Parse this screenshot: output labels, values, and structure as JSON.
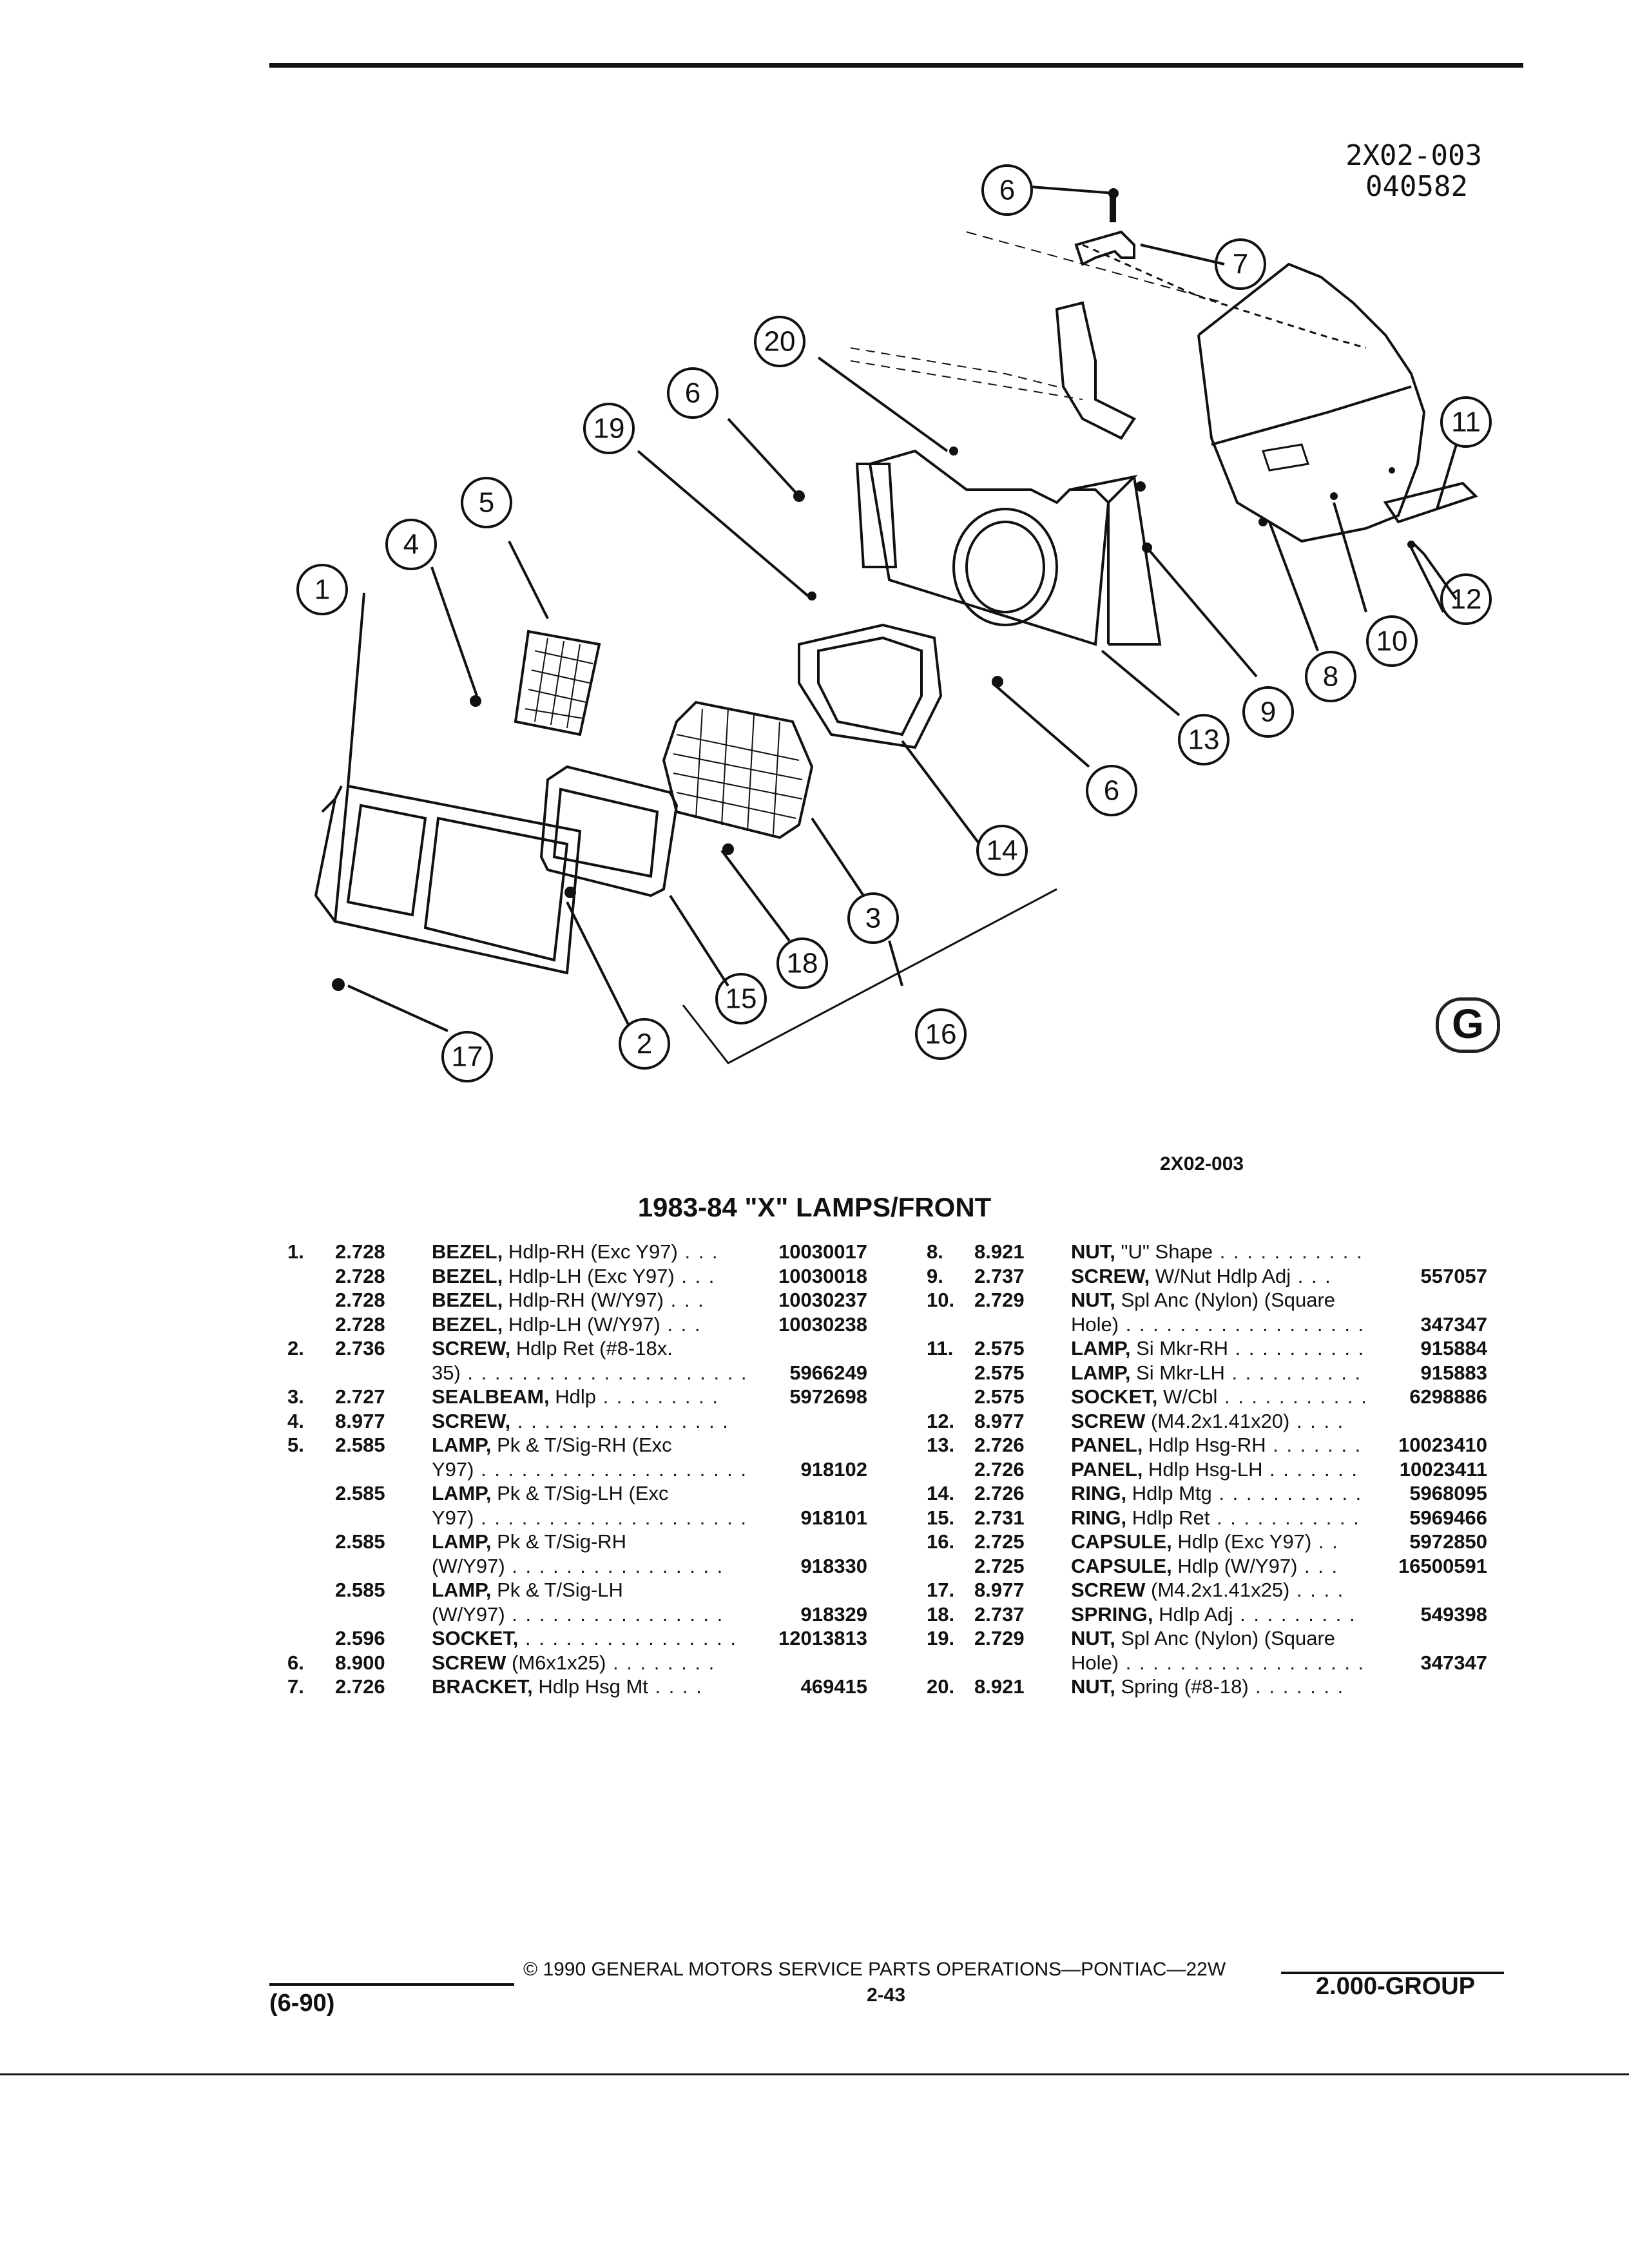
{
  "diagram": {
    "code_top": "2X02-003",
    "date_code": "040582",
    "figure_code": "2X02-003",
    "callouts": [
      "1",
      "2",
      "3",
      "4",
      "5",
      "6",
      "7",
      "8",
      "9",
      "10",
      "11",
      "12",
      "13",
      "14",
      "15",
      "16",
      "17",
      "18",
      "19",
      "20"
    ],
    "logo_letter": "G"
  },
  "title": "1983-84 \"X\" LAMPS/FRONT",
  "left_items": [
    {
      "idx": "1.",
      "grp": "2.728",
      "name": "BEZEL,",
      "desc": " Hdlp-RH (Exc Y97)",
      "dots": " . . .",
      "part": "10030017"
    },
    {
      "idx": "",
      "grp": "2.728",
      "name": "BEZEL,",
      "desc": " Hdlp-LH (Exc Y97)",
      "dots": " . . .",
      "part": "10030018"
    },
    {
      "idx": "",
      "grp": "2.728",
      "name": "BEZEL,",
      "desc": " Hdlp-RH (W/Y97)",
      "dots": " . . .",
      "part": "10030237"
    },
    {
      "idx": "",
      "grp": "2.728",
      "name": "BEZEL,",
      "desc": " Hdlp-LH (W/Y97)",
      "dots": " . . .",
      "part": "10030238"
    },
    {
      "idx": "2.",
      "grp": "2.736",
      "name": "SCREW,",
      "desc": " Hdlp Ret (#8-18x.",
      "dots": "",
      "part": ""
    },
    {
      "idx": "",
      "grp": "",
      "name": "",
      "desc": "35)",
      "dots": " . . . . . . . . . . . . . . . . . . . . .",
      "part": "5966249"
    },
    {
      "idx": "3.",
      "grp": "2.727",
      "name": "SEALBEAM,",
      "desc": " Hdlp",
      "dots": " . . . . . . . . .",
      "part": "5972698"
    },
    {
      "idx": "4.",
      "grp": "8.977",
      "name": "SCREW,",
      "desc": "",
      "dots": " . . . . . . . . . . . . . . . .",
      "part": ""
    },
    {
      "idx": "5.",
      "grp": "2.585",
      "name": "LAMP,",
      "desc": " Pk & T/Sig-RH (Exc",
      "dots": "",
      "part": ""
    },
    {
      "idx": "",
      "grp": "",
      "name": "",
      "desc": "Y97)",
      "dots": " . . . . . . . . . . . . . . . . . . . .",
      "part": "918102"
    },
    {
      "idx": "",
      "grp": "2.585",
      "name": "LAMP,",
      "desc": " Pk & T/Sig-LH (Exc",
      "dots": "",
      "part": ""
    },
    {
      "idx": "",
      "grp": "",
      "name": "",
      "desc": "Y97)",
      "dots": " . . . . . . . . . . . . . . . . . . . .",
      "part": "918101"
    },
    {
      "idx": "",
      "grp": "2.585",
      "name": "LAMP,",
      "desc": " Pk & T/Sig-RH",
      "dots": "",
      "part": ""
    },
    {
      "idx": "",
      "grp": "",
      "name": "",
      "desc": "(W/Y97)",
      "dots": " . . . . . . . . . . . . . . . .",
      "part": "918330"
    },
    {
      "idx": "",
      "grp": "2.585",
      "name": "LAMP,",
      "desc": " Pk & T/Sig-LH",
      "dots": "",
      "part": ""
    },
    {
      "idx": "",
      "grp": "",
      "name": "",
      "desc": "(W/Y97)",
      "dots": " . . . . . . . . . . . . . . . .",
      "part": "918329"
    },
    {
      "idx": "",
      "grp": "2.596",
      "name": "SOCKET,",
      "desc": "",
      "dots": " . . . . . . . . . . . . . . . . .",
      "part": "12013813"
    },
    {
      "idx": "6.",
      "grp": "8.900",
      "name": "SCREW",
      "desc": " (M6x1x25)",
      "dots": " . . . . . . . .",
      "part": ""
    },
    {
      "idx": "7.",
      "grp": "2.726",
      "name": "BRACKET,",
      "desc": " Hdlp Hsg Mt",
      "dots": " . . . .",
      "part": "469415"
    }
  ],
  "right_items": [
    {
      "idx": "8.",
      "grp": "8.921",
      "name": "NUT,",
      "desc": " \"U\" Shape",
      "dots": " . . . . . . . . . . .",
      "part": ""
    },
    {
      "idx": "9.",
      "grp": "2.737",
      "name": "SCREW,",
      "desc": " W/Nut Hdlp Adj",
      "dots": " . . .",
      "part": "557057"
    },
    {
      "idx": "10.",
      "grp": "2.729",
      "name": "NUT,",
      "desc": " Spl Anc (Nylon) (Square",
      "dots": "",
      "part": ""
    },
    {
      "idx": "",
      "grp": "",
      "name": "",
      "desc": "Hole)",
      "dots": " . . . . . . . . . . . . . . . . . . . .",
      "part": "347347"
    },
    {
      "idx": "11.",
      "grp": "2.575",
      "name": "LAMP,",
      "desc": " Si Mkr-RH",
      "dots": " . . . . . . . . . .",
      "part": "915884"
    },
    {
      "idx": "",
      "grp": "2.575",
      "name": "LAMP,",
      "desc": " Si Mkr-LH",
      "dots": " . . . . . . . . . .",
      "part": "915883"
    },
    {
      "idx": "",
      "grp": "2.575",
      "name": "SOCKET,",
      "desc": " W/Cbl",
      "dots": " . . . . . . . . . . .",
      "part": "6298886"
    },
    {
      "idx": "12.",
      "grp": "8.977",
      "name": "SCREW",
      "desc": " (M4.2x1.41x20)",
      "dots": " . . . .",
      "part": ""
    },
    {
      "idx": "13.",
      "grp": "2.726",
      "name": "PANEL,",
      "desc": " Hdlp Hsg-RH",
      "dots": " . . . . . . .",
      "part": "10023410"
    },
    {
      "idx": "",
      "grp": "2.726",
      "name": "PANEL,",
      "desc": " Hdlp Hsg-LH",
      "dots": " . . . . . . .",
      "part": "10023411"
    },
    {
      "idx": "14.",
      "grp": "2.726",
      "name": "RING,",
      "desc": " Hdlp Mtg",
      "dots": " . . . . . . . . . . .",
      "part": "5968095"
    },
    {
      "idx": "15.",
      "grp": "2.731",
      "name": "RING,",
      "desc": " Hdlp Ret",
      "dots": " . . . . . . . . . . . .",
      "part": "5969466"
    },
    {
      "idx": "16.",
      "grp": "2.725",
      "name": "CAPSULE,",
      "desc": " Hdlp (Exc Y97)",
      "dots": " . .",
      "part": "5972850"
    },
    {
      "idx": "",
      "grp": "2.725",
      "name": "CAPSULE,",
      "desc": " Hdlp (W/Y97)",
      "dots": " . . .",
      "part": "16500591"
    },
    {
      "idx": "17.",
      "grp": "8.977",
      "name": "SCREW",
      "desc": " (M4.2x1.41x25)",
      "dots": " . . . .",
      "part": ""
    },
    {
      "idx": "18.",
      "grp": "2.737",
      "name": "SPRING,",
      "desc": " Hdlp Adj",
      "dots": " . . . . . . . . .",
      "part": "549398"
    },
    {
      "idx": "19.",
      "grp": "2.729",
      "name": "NUT,",
      "desc": " Spl Anc (Nylon) (Square",
      "dots": "",
      "part": ""
    },
    {
      "idx": "",
      "grp": "",
      "name": "",
      "desc": "Hole)",
      "dots": " . . . . . . . . . . . . . . . . . . .",
      "part": "347347"
    },
    {
      "idx": "20.",
      "grp": "8.921",
      "name": "NUT,",
      "desc": " Spring (#8-18)",
      "dots": " . . . . . . .",
      "part": ""
    }
  ],
  "footer": {
    "copyright": "© 1990 GENERAL MOTORS SERVICE PARTS OPERATIONS—PONTIAC—22W",
    "page": "2-43",
    "date": "(6-90)",
    "group": "2.000-GROUP"
  }
}
